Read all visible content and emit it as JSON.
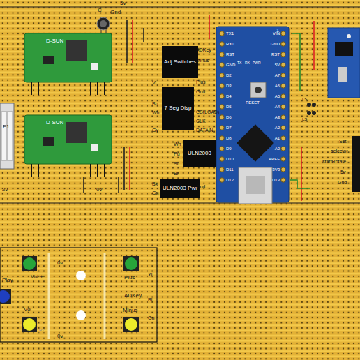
{
  "diagram": {
    "nodes": [
      {
        "text": [
          "Adj Switches"
        ]
      },
      {
        "text": [
          "7 Seg Disp"
        ]
      },
      {
        "text": [
          "ULN2003"
        ]
      },
      {
        "text": [
          "ULN2003 Pwr"
        ]
      }
    ],
    "labels": [
      "C",
      "5v",
      "Gnd",
      "D-SUN",
      "D-SUN",
      "F1",
      "2v",
      "0v",
      "Vi",
      "Bn",
      "Wh",
      "Gy",
      "Wh",
      "Pu",
      "Sl",
      "Bl",
      "Bk",
      "Gn",
      "ADKey",
      "Minus",
      "Plus",
      "Gnd",
      "CS(LOAD)",
      "CLK",
      "DATAIN",
      "Gnd",
      "TX1",
      "RX0",
      "RST",
      "GND",
      "D2",
      "D3",
      "D4",
      "D5",
      "D6",
      "D7",
      "D8",
      "D9",
      "D10",
      "D11",
      "D12",
      "VIN",
      "GND",
      "RST",
      "5V",
      "A7",
      "A6",
      "A5",
      "A4",
      "A3",
      "A2",
      "A1",
      "A0",
      "AREF",
      "3V3",
      "D13",
      "1",
      "RESET",
      "TX",
      "RX",
      "PWR",
      "Set",
      "selector",
      "startRotate",
      "5v",
      "Gnd",
      "LS",
      "LS",
      "Play",
      "Vol +",
      "Vol -",
      "0v",
      "0v",
      "Plus",
      "ADKey",
      "Minus",
      "Yl",
      "Bl",
      "Gn",
      "R2"
    ]
  }
}
